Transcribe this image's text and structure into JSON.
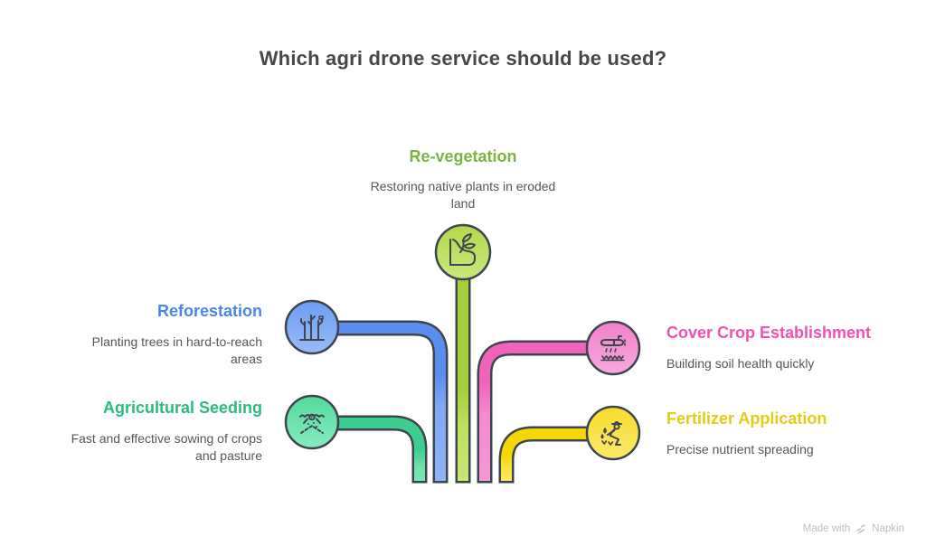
{
  "title": "Which agri drone service should be used?",
  "nodes": [
    {
      "id": "re-vegetation",
      "label": "Re-vegetation",
      "description": "Restoring native plants in eroded land",
      "accent": "#7CB342",
      "icon": "sprout-on-eroded-land-icon"
    },
    {
      "id": "reforestation",
      "label": "Reforestation",
      "description": "Planting trees in hard-to-reach areas",
      "accent": "#4A86E8",
      "icon": "young-trees-icon"
    },
    {
      "id": "agricultural-seeding",
      "label": "Agricultural Seeding",
      "description": "Fast and effective sowing of crops and pasture",
      "accent": "#29BD7D",
      "icon": "seeding-drone-icon"
    },
    {
      "id": "cover-crop-establishment",
      "label": "Cover Crop Establishment",
      "description": "Building soil health quickly",
      "accent": "#F052B1",
      "icon": "crop-duster-plane-icon"
    },
    {
      "id": "fertilizer-application",
      "label": "Fertilizer Application",
      "description": "Precise nutrient spreading",
      "accent": "#E4CB16",
      "icon": "hand-sower-icon"
    }
  ],
  "watermark": {
    "prefix": "Made with",
    "brand": "Napkin"
  },
  "colors": {
    "outline": "#3F454F",
    "title_text": "#474747",
    "description_text": "#53575C",
    "background": "#FFFFFF",
    "pipe_lime": "#A6CE39",
    "pipe_blue": "#5B8DEE",
    "pipe_green": "#3ECD90",
    "pipe_pink": "#EF63BB",
    "pipe_yellow": "#F5D703"
  }
}
